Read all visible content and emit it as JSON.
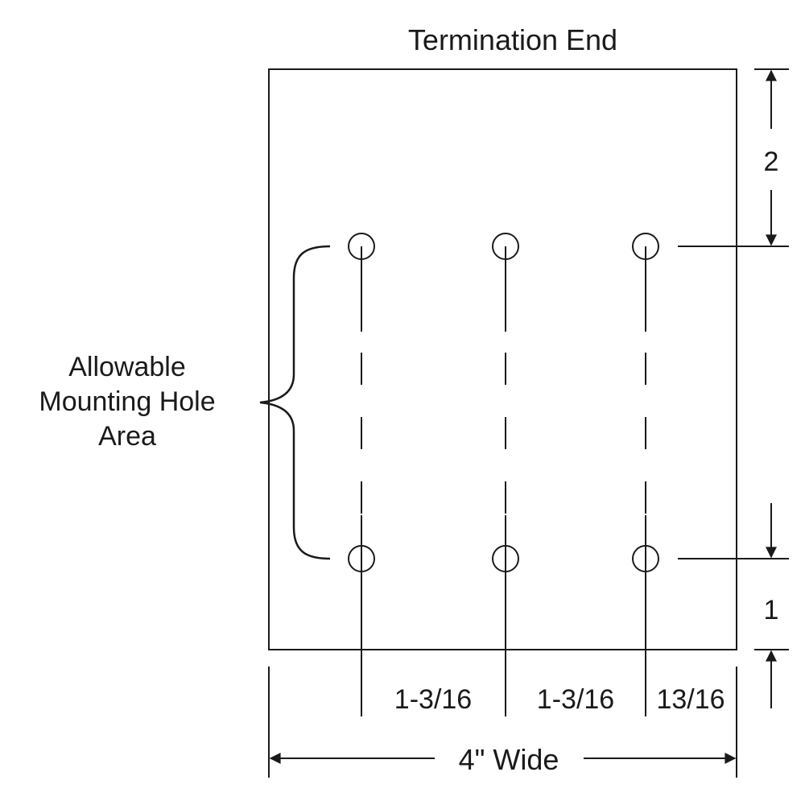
{
  "title": "Termination End",
  "label_lines": [
    "Allowable",
    "Mounting Hole",
    "Area"
  ],
  "dims": {
    "top_offset": "2",
    "bottom_offset": "1",
    "spacing_1": "1-3/16",
    "spacing_2": "1-3/16",
    "edge_spacing": "13/16",
    "width": "4\" Wide"
  },
  "colors": {
    "ink": "#1a1a1a",
    "background": "#ffffff"
  }
}
